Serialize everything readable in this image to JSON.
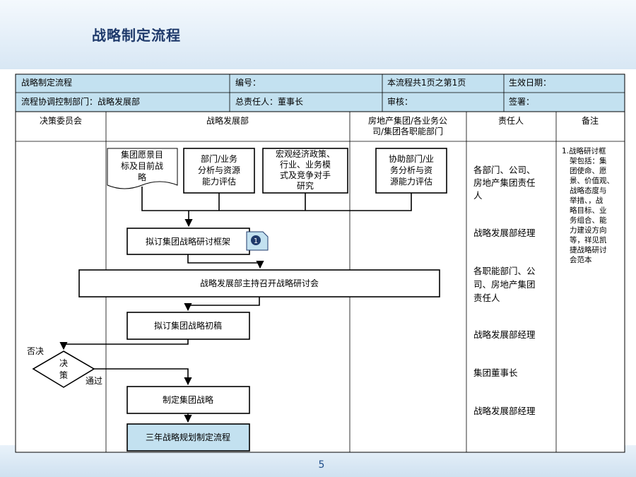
{
  "title": "战略制定流程",
  "page_number": "5",
  "header": {
    "row1": [
      "战略制定流程",
      "编号：",
      "本流程共1页之第1页",
      "生效日期："
    ],
    "row2": [
      "流程协调控制部门：战略发展部",
      "总责任人：董事长",
      "审核：",
      "签署："
    ]
  },
  "columns": [
    [
      "决策委员会"
    ],
    [
      "战略发展部"
    ],
    [
      "房地产集团/各业务公",
      "司/集团各职能部门"
    ],
    [
      "责任人"
    ],
    [
      "备注"
    ]
  ],
  "inputs": {
    "doc": [
      "集团愿景目",
      "标及目前战",
      "略"
    ],
    "dept": [
      "部门/业务",
      "分析与资源",
      "能力评估"
    ],
    "macro": [
      "宏观经济政策、",
      "行业、业务模",
      "式及竞争对手",
      "研究"
    ],
    "assist": [
      "协助部门/业",
      "务分析与资",
      "源能力评估"
    ]
  },
  "steps": {
    "framework": "拟订集团战略研讨框架",
    "framework_marker": "1",
    "meeting": "战略发展部主持召开战略研讨会",
    "draft": "拟订集团战略初稿",
    "decision": [
      "决",
      "策"
    ],
    "reject": "否决",
    "pass": "通过",
    "strategy": "制定集团战略",
    "three_year": "三年战略规划制定流程"
  },
  "responsible": [
    [
      "各部门、公司、",
      "房地产集团责任",
      "人"
    ],
    [
      "战略发展部经理"
    ],
    [
      "各职能部门、公",
      "司、房地产集团",
      "责任人"
    ],
    [
      "战略发展部经理"
    ],
    [
      "集团董事长"
    ],
    [
      "战略发展部经理"
    ]
  ],
  "note": [
    "1.战略研讨框",
    "架包括：集",
    "团使命、愿",
    "景、价值观、",
    "战略态度与",
    "举措、，战",
    "略目标、业",
    "务组合、能",
    "力建设方向",
    "等，祥见凯",
    "捷战略研讨",
    "会范本"
  ],
  "colors": {
    "header_fill": "#c3e1f0",
    "lane_header_fill": "#ffffff",
    "accent_box_fill": "#c3e1f0",
    "marker_fill": "#1f3a6b",
    "title_color": "#1f3a6b"
  }
}
